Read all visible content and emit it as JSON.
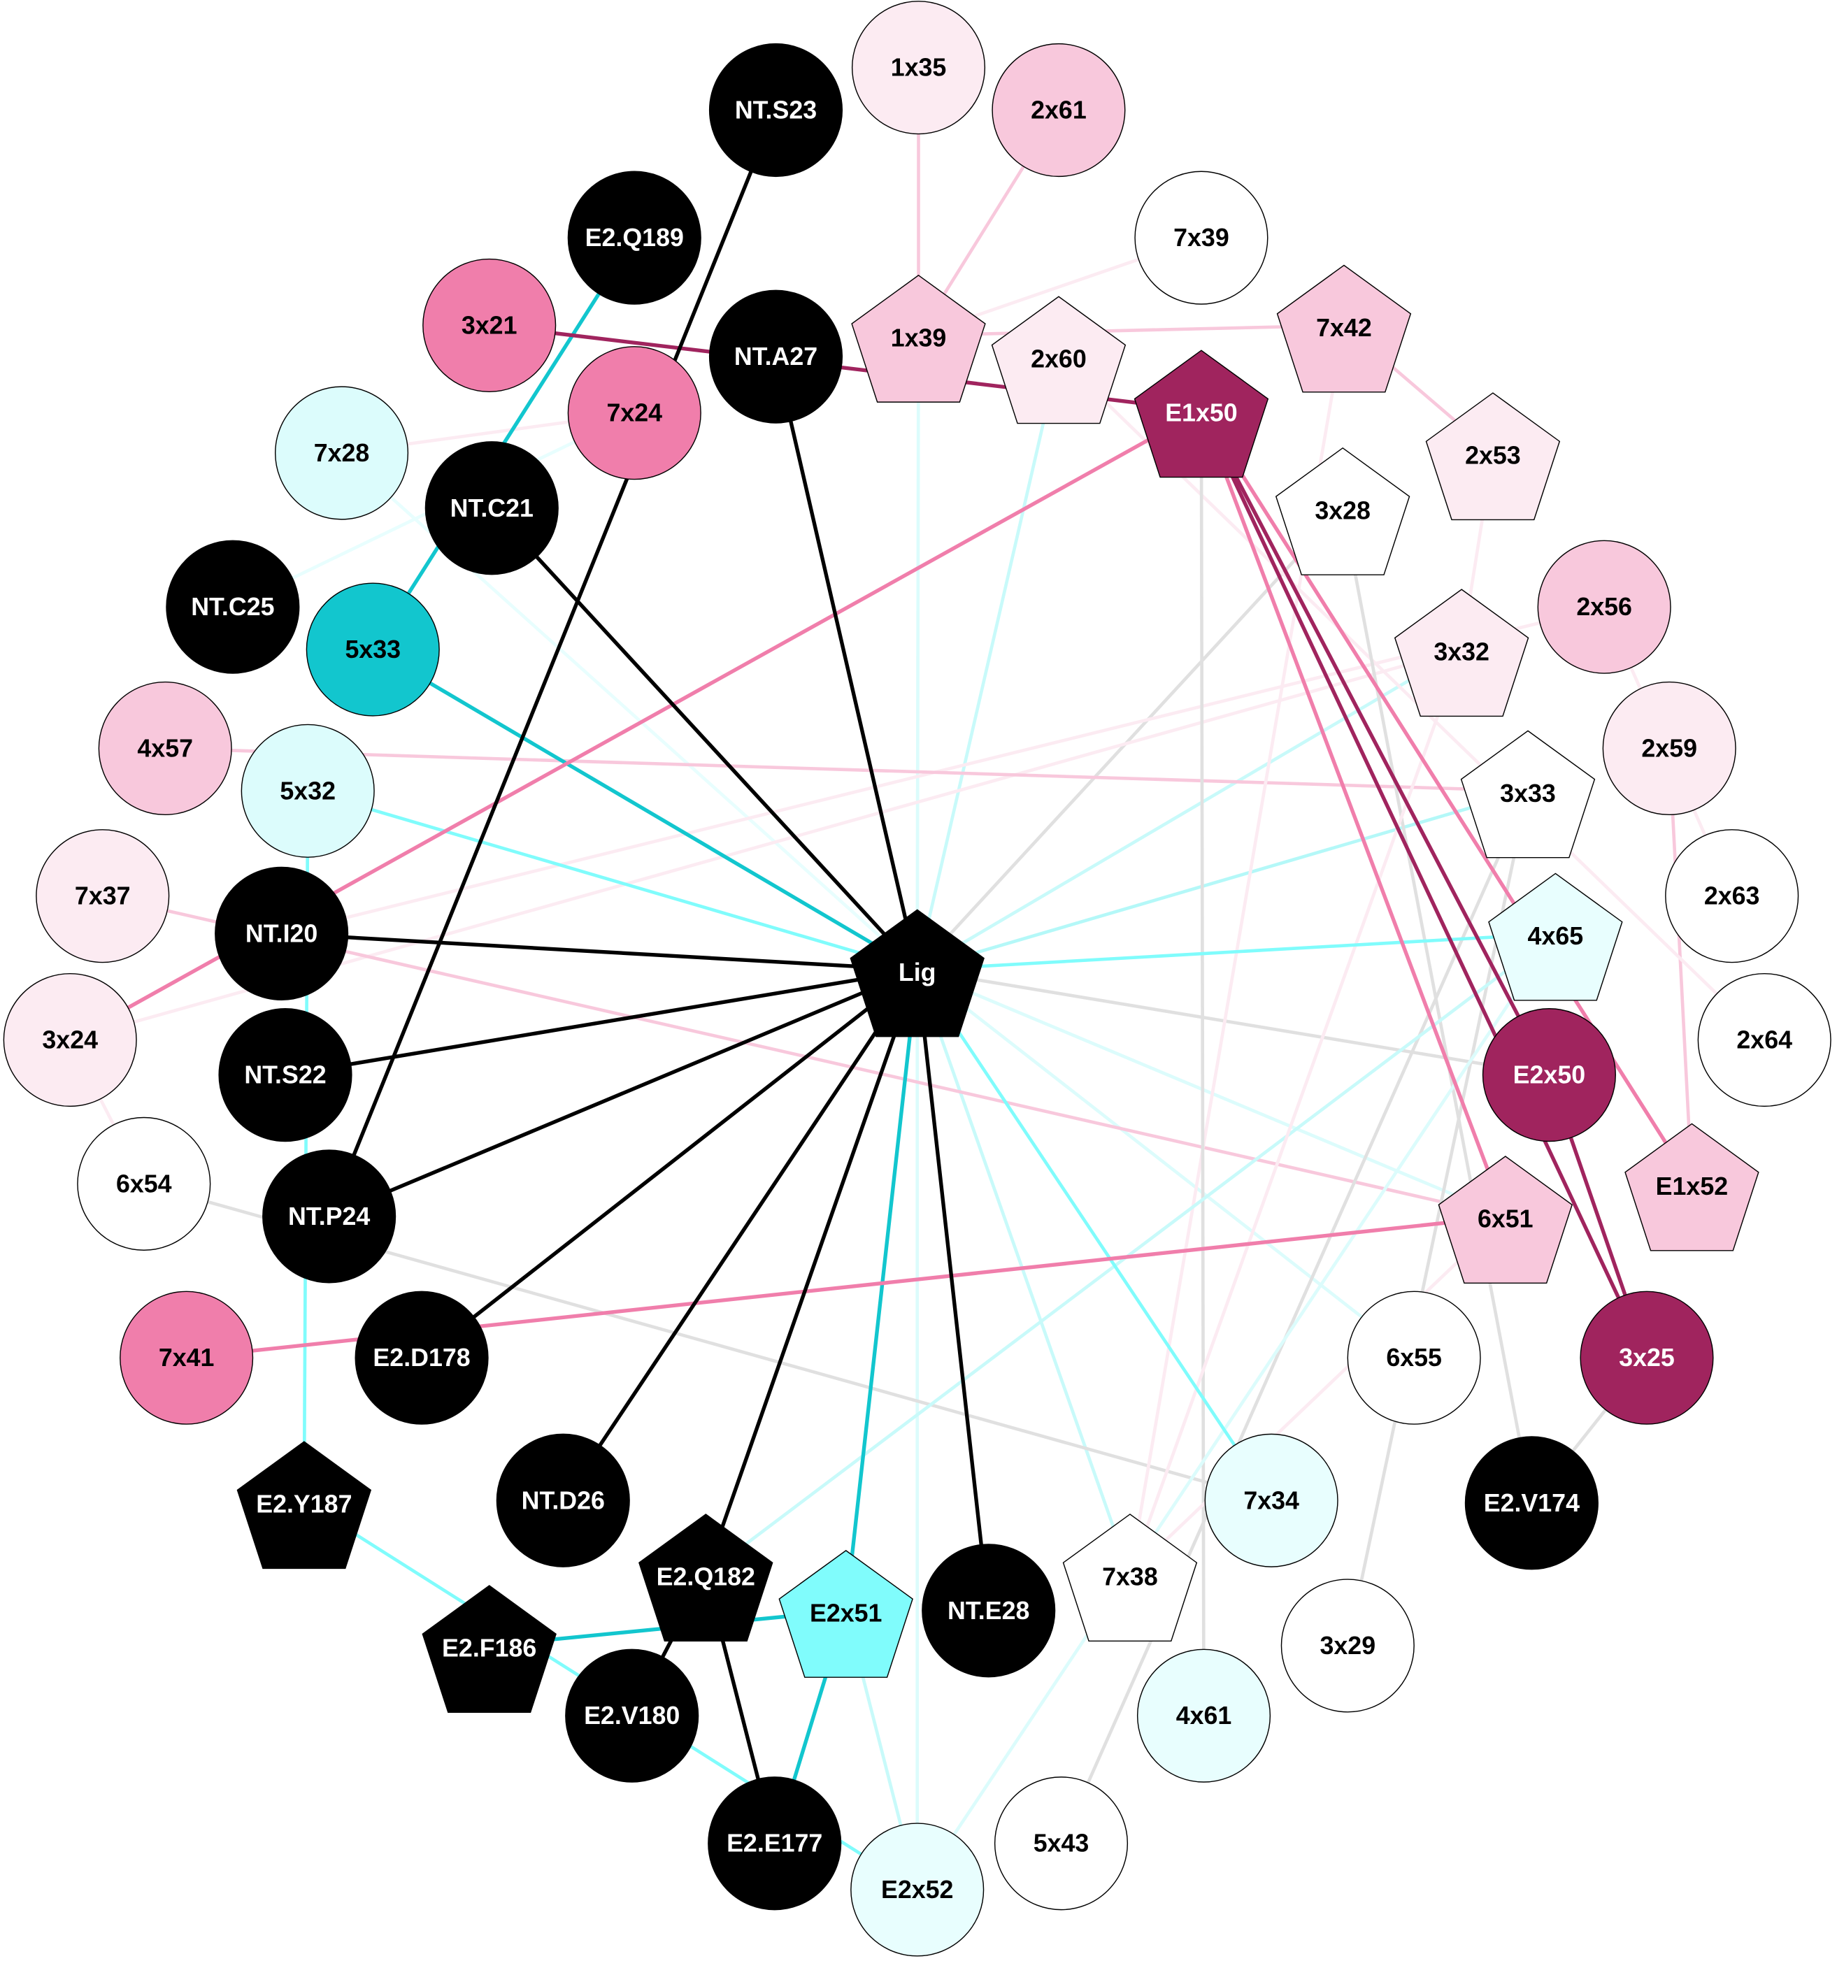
{
  "nodes": [
    {
      "id": "Lig",
      "label": "Lig",
      "shape": "pentagon",
      "fill": "#000000",
      "text": "#ffffff"
    },
    {
      "id": "NT.S23",
      "label": "NT.S23",
      "shape": "circle",
      "fill": "#000000",
      "text": "#ffffff"
    },
    {
      "id": "1x35",
      "label": "1x35",
      "shape": "circle",
      "fill": "#fcebf2",
      "text": "#000000"
    },
    {
      "id": "2x61",
      "label": "2x61",
      "shape": "circle",
      "fill": "#f8c8dc",
      "text": "#000000"
    },
    {
      "id": "E2.Q189",
      "label": "E2.Q189",
      "shape": "circle",
      "fill": "#000000",
      "text": "#ffffff"
    },
    {
      "id": "7x39",
      "label": "7x39",
      "shape": "circle",
      "fill": "#ffffff",
      "text": "#000000"
    },
    {
      "id": "3x21",
      "label": "3x21",
      "shape": "circle",
      "fill": "#f07eab",
      "text": "#000000"
    },
    {
      "id": "NT.A27",
      "label": "NT.A27",
      "shape": "circle",
      "fill": "#000000",
      "text": "#ffffff"
    },
    {
      "id": "1x39",
      "label": "1x39",
      "shape": "pentagon",
      "fill": "#f8c8dc",
      "text": "#000000"
    },
    {
      "id": "2x60",
      "label": "2x60",
      "shape": "pentagon",
      "fill": "#fcebf2",
      "text": "#000000"
    },
    {
      "id": "7x42",
      "label": "7x42",
      "shape": "pentagon",
      "fill": "#f8c8dc",
      "text": "#000000"
    },
    {
      "id": "7x24",
      "label": "7x24",
      "shape": "circle",
      "fill": "#f07eab",
      "text": "#000000"
    },
    {
      "id": "E1x50",
      "label": "E1x50",
      "shape": "pentagon",
      "fill": "#a0245e",
      "text": "#ffffff"
    },
    {
      "id": "7x28",
      "label": "7x28",
      "shape": "circle",
      "fill": "#dcfcfc",
      "text": "#000000"
    },
    {
      "id": "NT.C21",
      "label": "NT.C21",
      "shape": "circle",
      "fill": "#000000",
      "text": "#ffffff"
    },
    {
      "id": "2x53",
      "label": "2x53",
      "shape": "pentagon",
      "fill": "#fcebf2",
      "text": "#000000"
    },
    {
      "id": "3x28",
      "label": "3x28",
      "shape": "pentagon",
      "fill": "#ffffff",
      "text": "#000000"
    },
    {
      "id": "NT.C25",
      "label": "NT.C25",
      "shape": "circle",
      "fill": "#000000",
      "text": "#ffffff"
    },
    {
      "id": "5x33",
      "label": "5x33",
      "shape": "circle",
      "fill": "#12c6ce",
      "text": "#000000"
    },
    {
      "id": "2x56",
      "label": "2x56",
      "shape": "circle",
      "fill": "#f8c8dc",
      "text": "#000000"
    },
    {
      "id": "3x32",
      "label": "3x32",
      "shape": "pentagon",
      "fill": "#fcebf2",
      "text": "#000000"
    },
    {
      "id": "4x57",
      "label": "4x57",
      "shape": "circle",
      "fill": "#f8c8dc",
      "text": "#000000"
    },
    {
      "id": "5x32",
      "label": "5x32",
      "shape": "circle",
      "fill": "#dcfcfc",
      "text": "#000000"
    },
    {
      "id": "2x59",
      "label": "2x59",
      "shape": "circle",
      "fill": "#fcebf2",
      "text": "#000000"
    },
    {
      "id": "3x33",
      "label": "3x33",
      "shape": "pentagon",
      "fill": "#ffffff",
      "text": "#000000"
    },
    {
      "id": "7x37",
      "label": "7x37",
      "shape": "circle",
      "fill": "#fcebf2",
      "text": "#000000"
    },
    {
      "id": "NT.I20",
      "label": "NT.I20",
      "shape": "circle",
      "fill": "#000000",
      "text": "#ffffff"
    },
    {
      "id": "2x63",
      "label": "2x63",
      "shape": "circle",
      "fill": "#ffffff",
      "text": "#000000"
    },
    {
      "id": "4x65",
      "label": "4x65",
      "shape": "pentagon",
      "fill": "#e8fefe",
      "text": "#000000"
    },
    {
      "id": "3x24",
      "label": "3x24",
      "shape": "circle",
      "fill": "#fcebf2",
      "text": "#000000"
    },
    {
      "id": "NT.S22",
      "label": "NT.S22",
      "shape": "circle",
      "fill": "#000000",
      "text": "#ffffff"
    },
    {
      "id": "2x64",
      "label": "2x64",
      "shape": "circle",
      "fill": "#ffffff",
      "text": "#000000"
    },
    {
      "id": "E2x50",
      "label": "E2x50",
      "shape": "circle",
      "fill": "#a0245e",
      "text": "#ffffff"
    },
    {
      "id": "6x54",
      "label": "6x54",
      "shape": "circle",
      "fill": "#ffffff",
      "text": "#000000"
    },
    {
      "id": "NT.P24",
      "label": "NT.P24",
      "shape": "circle",
      "fill": "#000000",
      "text": "#ffffff"
    },
    {
      "id": "E1x52",
      "label": "E1x52",
      "shape": "pentagon",
      "fill": "#f8c8dc",
      "text": "#000000"
    },
    {
      "id": "6x51",
      "label": "6x51",
      "shape": "pentagon",
      "fill": "#f8c8dc",
      "text": "#000000"
    },
    {
      "id": "7x41",
      "label": "7x41",
      "shape": "circle",
      "fill": "#f07eab",
      "text": "#000000"
    },
    {
      "id": "E2.D178",
      "label": "E2.D178",
      "shape": "circle",
      "fill": "#000000",
      "text": "#ffffff"
    },
    {
      "id": "6x55",
      "label": "6x55",
      "shape": "circle",
      "fill": "#ffffff",
      "text": "#000000"
    },
    {
      "id": "3x25",
      "label": "3x25",
      "shape": "circle",
      "fill": "#a0245e",
      "text": "#ffffff"
    },
    {
      "id": "E2.Y187",
      "label": "E2.Y187",
      "shape": "pentagon",
      "fill": "#000000",
      "text": "#ffffff"
    },
    {
      "id": "NT.D26",
      "label": "NT.D26",
      "shape": "circle",
      "fill": "#000000",
      "text": "#ffffff"
    },
    {
      "id": "7x34",
      "label": "7x34",
      "shape": "circle",
      "fill": "#e8fefe",
      "text": "#000000"
    },
    {
      "id": "E2.V174",
      "label": "E2.V174",
      "shape": "circle",
      "fill": "#000000",
      "text": "#ffffff"
    },
    {
      "id": "E2.Q182",
      "label": "E2.Q182",
      "shape": "pentagon",
      "fill": "#000000",
      "text": "#ffffff"
    },
    {
      "id": "E2x51",
      "label": "E2x51",
      "shape": "pentagon",
      "fill": "#80fcfc",
      "text": "#000000"
    },
    {
      "id": "NT.E28",
      "label": "NT.E28",
      "shape": "circle",
      "fill": "#000000",
      "text": "#ffffff"
    },
    {
      "id": "7x38",
      "label": "7x38",
      "shape": "pentagon",
      "fill": "#ffffff",
      "text": "#000000"
    },
    {
      "id": "E2.F186",
      "label": "E2.F186",
      "shape": "pentagon",
      "fill": "#000000",
      "text": "#ffffff"
    },
    {
      "id": "3x29",
      "label": "3x29",
      "shape": "circle",
      "fill": "#ffffff",
      "text": "#000000"
    },
    {
      "id": "E2.V180",
      "label": "E2.V180",
      "shape": "circle",
      "fill": "#000000",
      "text": "#ffffff"
    },
    {
      "id": "4x61",
      "label": "4x61",
      "shape": "circle",
      "fill": "#e8fefe",
      "text": "#000000"
    },
    {
      "id": "E2.E177",
      "label": "E2.E177",
      "shape": "circle",
      "fill": "#000000",
      "text": "#ffffff"
    },
    {
      "id": "E2x52",
      "label": "E2x52",
      "shape": "circle",
      "fill": "#e8fefe",
      "text": "#000000"
    },
    {
      "id": "5x43",
      "label": "5x43",
      "shape": "circle",
      "fill": "#ffffff",
      "text": "#000000"
    }
  ],
  "edges": [
    {
      "s": "Lig",
      "t": "7x28",
      "c": "#e8fefe"
    },
    {
      "s": "Lig",
      "t": "1x39",
      "c": "#dcfcfc"
    },
    {
      "s": "Lig",
      "t": "2x60",
      "c": "#c8fafa"
    },
    {
      "s": "Lig",
      "t": "3x28",
      "c": "#e0e0e0"
    },
    {
      "s": "Lig",
      "t": "3x32",
      "c": "#c8fafa"
    },
    {
      "s": "Lig",
      "t": "3x33",
      "c": "#b4f8f8"
    },
    {
      "s": "Lig",
      "t": "E2x50",
      "c": "#e0e0e0"
    },
    {
      "s": "Lig",
      "t": "6x55",
      "c": "#dcfcfc"
    },
    {
      "s": "Lig",
      "t": "7x38",
      "c": "#c8fafa"
    },
    {
      "s": "Lig",
      "t": "E2x52",
      "c": "#dcfcfc"
    },
    {
      "s": "Lig",
      "t": "6x51",
      "c": "#dcfcfc"
    },
    {
      "s": "NT.C25",
      "t": "7x24",
      "c": "#e8fefe"
    },
    {
      "s": "7x28",
      "t": "7x24",
      "c": "#fcebf2"
    },
    {
      "s": "3x24",
      "t": "3x32",
      "c": "#fcebf2"
    },
    {
      "s": "NT.I20",
      "t": "2x56",
      "c": "#fcebf2"
    },
    {
      "s": "4x57",
      "t": "3x33",
      "c": "#f8c8dc"
    },
    {
      "s": "7x37",
      "t": "6x51",
      "c": "#f8c8dc"
    },
    {
      "s": "3x24",
      "t": "6x54",
      "c": "#fcebf2"
    },
    {
      "s": "6x54",
      "t": "7x34",
      "c": "#e0e0e0"
    },
    {
      "s": "1x35",
      "t": "1x39",
      "c": "#f8c8dc"
    },
    {
      "s": "2x61",
      "t": "1x39",
      "c": "#f8c8dc"
    },
    {
      "s": "1x39",
      "t": "7x42",
      "c": "#f8c8dc"
    },
    {
      "s": "1x39",
      "t": "7x39",
      "c": "#fcebf2"
    },
    {
      "s": "7x42",
      "t": "2x53",
      "c": "#f8c8dc"
    },
    {
      "s": "7x42",
      "t": "7x38",
      "c": "#fcebf2"
    },
    {
      "s": "2x53",
      "t": "3x32",
      "c": "#fcebf2"
    },
    {
      "s": "2x56",
      "t": "2x63",
      "c": "#fcebf2"
    },
    {
      "s": "2x59",
      "t": "E1x52",
      "c": "#f8c8dc"
    },
    {
      "s": "2x60",
      "t": "2x64",
      "c": "#fcebf2"
    },
    {
      "s": "3x28",
      "t": "E2.V174",
      "c": "#e0e0e0"
    },
    {
      "s": "3x25",
      "t": "E2.V174",
      "c": "#e0e0e0"
    },
    {
      "s": "3x33",
      "t": "5x43",
      "c": "#e0e0e0"
    },
    {
      "s": "3x33",
      "t": "3x29",
      "c": "#e0e0e0"
    },
    {
      "s": "E1x50",
      "t": "4x61",
      "c": "#e0e0e0"
    },
    {
      "s": "4x65",
      "t": "E2.Q182",
      "c": "#c8fafa"
    },
    {
      "s": "4x65",
      "t": "E2x52",
      "c": "#dcfcfc"
    },
    {
      "s": "3x32",
      "t": "7x38",
      "c": "#fcebf2"
    },
    {
      "s": "6x51",
      "t": "7x38",
      "c": "#fcebf2"
    },
    {
      "s": "E2x51",
      "t": "E2x52",
      "c": "#c8fafa"
    },
    {
      "s": "Lig",
      "t": "5x32",
      "c": "#80fcfc"
    },
    {
      "s": "Lig",
      "t": "4x65",
      "c": "#80fcfc"
    },
    {
      "s": "Lig",
      "t": "7x34",
      "c": "#80fcfc"
    },
    {
      "s": "5x32",
      "t": "E2.Y187",
      "c": "#80fcfc"
    },
    {
      "s": "E2.Y187",
      "t": "E2x52",
      "c": "#80fcfc"
    },
    {
      "s": "Lig",
      "t": "5x33",
      "c": "#12c6ce"
    },
    {
      "s": "Lig",
      "t": "E2x51",
      "c": "#12c6ce"
    },
    {
      "s": "E2.Q189",
      "t": "5x33",
      "c": "#12c6ce"
    },
    {
      "s": "E2.F186",
      "t": "E2x51",
      "c": "#12c6ce"
    },
    {
      "s": "E2x51",
      "t": "E2.E177",
      "c": "#12c6ce"
    },
    {
      "s": "E1x50",
      "t": "3x24",
      "c": "#f07eab"
    },
    {
      "s": "E1x50",
      "t": "E1x52",
      "c": "#f07eab"
    },
    {
      "s": "E1x50",
      "t": "6x51",
      "c": "#f07eab"
    },
    {
      "s": "7x41",
      "t": "6x51",
      "c": "#f07eab"
    },
    {
      "s": "3x21",
      "t": "E1x50",
      "c": "#a0245e"
    },
    {
      "s": "E1x50",
      "t": "E2x50",
      "c": "#a0245e"
    },
    {
      "s": "E1x50",
      "t": "3x25",
      "c": "#a0245e"
    },
    {
      "s": "E2x50",
      "t": "3x25",
      "c": "#a0245e"
    },
    {
      "s": "Lig",
      "t": "NT.A27",
      "c": "#000000"
    },
    {
      "s": "Lig",
      "t": "NT.C21",
      "c": "#000000"
    },
    {
      "s": "Lig",
      "t": "NT.I20",
      "c": "#000000"
    },
    {
      "s": "Lig",
      "t": "NT.S22",
      "c": "#000000"
    },
    {
      "s": "Lig",
      "t": "NT.P24",
      "c": "#000000"
    },
    {
      "s": "Lig",
      "t": "E2.D178",
      "c": "#000000"
    },
    {
      "s": "Lig",
      "t": "NT.D26",
      "c": "#000000"
    },
    {
      "s": "Lig",
      "t": "E2.Q182",
      "c": "#000000"
    },
    {
      "s": "Lig",
      "t": "NT.E28",
      "c": "#000000"
    },
    {
      "s": "NT.S23",
      "t": "NT.P24",
      "c": "#000000"
    },
    {
      "s": "E2.Q182",
      "t": "E2.E177",
      "c": "#000000"
    },
    {
      "s": "E2.Q182",
      "t": "E2.V180",
      "c": "#000000"
    }
  ]
}
